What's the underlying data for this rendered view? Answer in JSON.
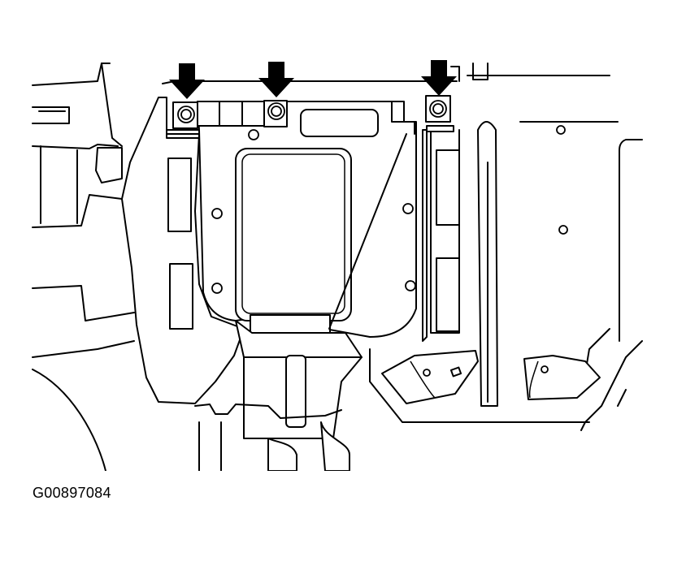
{
  "figure": {
    "caption": "G00897084",
    "callouts": [
      {
        "name": "left-fastener",
        "icon": "down-arrow-icon"
      },
      {
        "name": "center-fastener",
        "icon": "down-arrow-icon"
      },
      {
        "name": "right-fastener",
        "icon": "down-arrow-icon"
      }
    ]
  }
}
